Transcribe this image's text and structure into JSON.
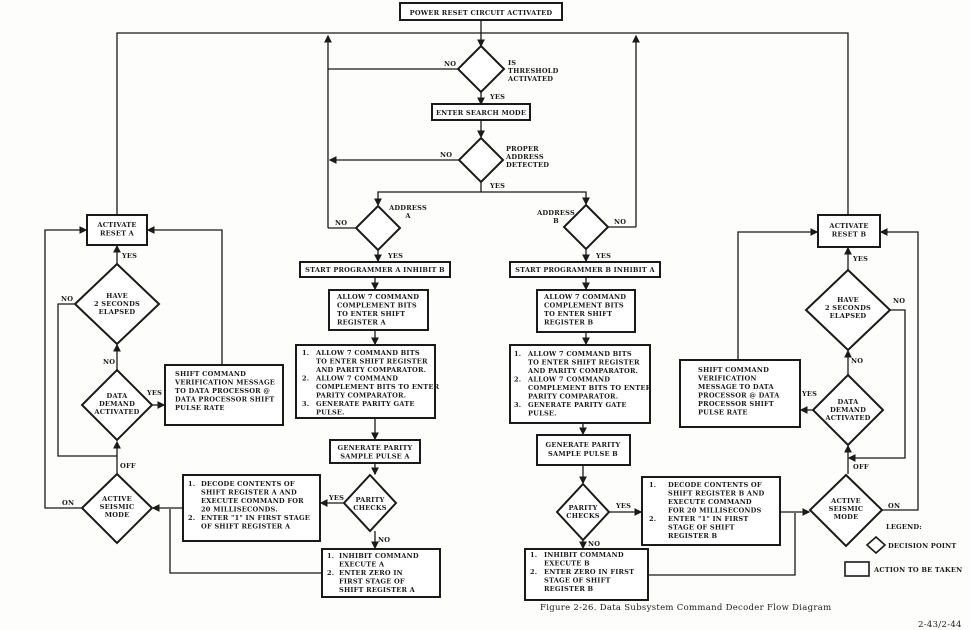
{
  "title": "POWER RESET CIRCUIT ACTIVATED",
  "threshold": [
    "IS",
    "THRESHOLD",
    "ACTIVATED"
  ],
  "search_mode": "ENTER SEARCH MODE",
  "proper_address": [
    "PROPER",
    "ADDRESS",
    "DETECTED"
  ],
  "address_a": [
    "ADDRESS",
    "A"
  ],
  "address_b": [
    "ADDRESS",
    "B"
  ],
  "start_a": "START PROGRAMMER A  INHIBIT B",
  "start_b": "START PROGRAMMER B  INHIBIT A",
  "complement_a": [
    "ALLOW 7 COMMAND",
    "COMPLEMENT BITS",
    "TO ENTER SHIFT",
    "REGISTER A"
  ],
  "complement_b": [
    "ALLOW 7 COMMAND",
    "COMPLEMENT BITS",
    "TO ENTER SHIFT",
    "REGISTER B"
  ],
  "bits": {
    "nums": [
      "1.",
      "2.",
      "3."
    ],
    "lines": [
      "ALLOW 7 COMMAND BITS",
      "TO ENTER SHIFT REGISTER",
      "AND PARITY COMPARATOR.",
      "ALLOW 7 COMMAND",
      "COMPLEMENT BITS TO ENTER",
      "PARITY COMPARATOR.",
      "GENERATE PARITY GATE",
      "PULSE."
    ]
  },
  "gen_parity_a": [
    "GENERATE PARITY",
    "SAMPLE PULSE A"
  ],
  "gen_parity_b": [
    "GENERATE PARITY",
    "SAMPLE PULSE B"
  ],
  "parity_checks": [
    "PARITY",
    "CHECKS"
  ],
  "decode_a": [
    "DECODE CONTENTS OF",
    "SHIFT REGISTER A AND",
    "EXECUTE COMMAND FOR",
    "20 MILLISECONDS.",
    "ENTER \"1\" IN FIRST STAGE",
    "OF SHIFT REGISTER A"
  ],
  "decode_b": [
    "DECODE CONTENTS OF",
    "SHIFT REGISTER B AND",
    "EXECUTE COMMAND",
    "FOR 20 MILLISECONDS",
    "ENTER \"1\" IN FIRST",
    "STAGE OF SHIFT",
    "REGISTER B"
  ],
  "inhibit_a": [
    "INHIBIT COMMAND",
    "EXECUTE A",
    "ENTER ZERO IN",
    "FIRST STAGE OF",
    "SHIFT REGISTER A"
  ],
  "inhibit_b": [
    "INHIBIT COMMAND",
    "EXECUTE B",
    "ENTER ZERO IN FIRST",
    "STAGE OF SHIFT",
    "REGISTER B"
  ],
  "reset_a": [
    "ACTIVATE",
    "RESET A"
  ],
  "reset_b": [
    "ACTIVATE",
    "RESET B"
  ],
  "two_seconds": [
    "HAVE",
    "2 SECONDS",
    "ELAPSED"
  ],
  "data_demand": [
    "DATA",
    "DEMAND",
    "ACTIVATED"
  ],
  "shift_msg_a": [
    "SHIFT COMMAND",
    "VERIFICATION MESSAGE",
    "TO DATA PROCESSOR  @",
    "DATA PROCESSOR SHIFT",
    "PULSE RATE"
  ],
  "shift_msg_b": [
    "SHIFT COMMAND",
    "VERIFICATION",
    "MESSAGE TO DATA",
    "PROCESSOR @ DATA",
    "PROCESSOR SHIFT",
    "PULSE RATE"
  ],
  "seismic": [
    "ACTIVE",
    "SEISMIC",
    "MODE"
  ],
  "labels": {
    "yes": "YES",
    "no": "NO",
    "on": "ON",
    "off": "OFF"
  },
  "legend": {
    "title": "LEGEND:",
    "decision": "DECISION POINT",
    "action": "ACTION TO BE TAKEN"
  },
  "caption": "Figure 2-26.   Data Subsystem Command Decoder Flow Diagram",
  "page_number": "2-43/2-44"
}
